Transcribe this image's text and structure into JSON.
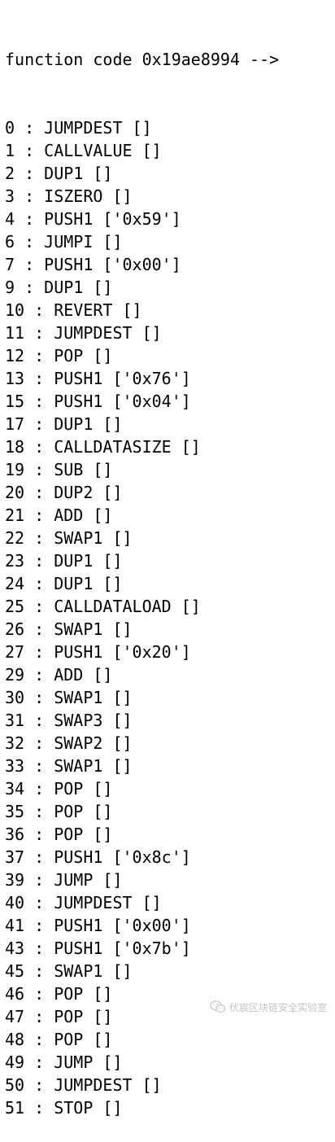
{
  "header": "function code 0x19ae8994 -->",
  "lines": [
    "0 : JUMPDEST []",
    "1 : CALLVALUE []",
    "2 : DUP1 []",
    "3 : ISZERO []",
    "4 : PUSH1 ['0x59']",
    "6 : JUMPI []",
    "7 : PUSH1 ['0x00']",
    "9 : DUP1 []",
    "10 : REVERT []",
    "11 : JUMPDEST []",
    "12 : POP []",
    "13 : PUSH1 ['0x76']",
    "15 : PUSH1 ['0x04']",
    "17 : DUP1 []",
    "18 : CALLDATASIZE []",
    "19 : SUB []",
    "20 : DUP2 []",
    "21 : ADD []",
    "22 : SWAP1 []",
    "23 : DUP1 []",
    "24 : DUP1 []",
    "25 : CALLDATALOAD []",
    "26 : SWAP1 []",
    "27 : PUSH1 ['0x20']",
    "29 : ADD []",
    "30 : SWAP1 []",
    "31 : SWAP3 []",
    "32 : SWAP2 []",
    "33 : SWAP1 []",
    "34 : POP []",
    "35 : POP []",
    "36 : POP []",
    "37 : PUSH1 ['0x8c']",
    "39 : JUMP []",
    "40 : JUMPDEST []",
    "41 : PUSH1 ['0x00']",
    "43 : PUSH1 ['0x7b']",
    "45 : SWAP1 []",
    "46 : POP []",
    "47 : POP []",
    "48 : POP []",
    "49 : JUMP []",
    "50 : JUMPDEST []",
    "51 : STOP []"
  ],
  "watermark": {
    "icon": "wechat-icon",
    "text": "伏宸区块链安全实验室",
    "color": "#b0b0b0"
  }
}
